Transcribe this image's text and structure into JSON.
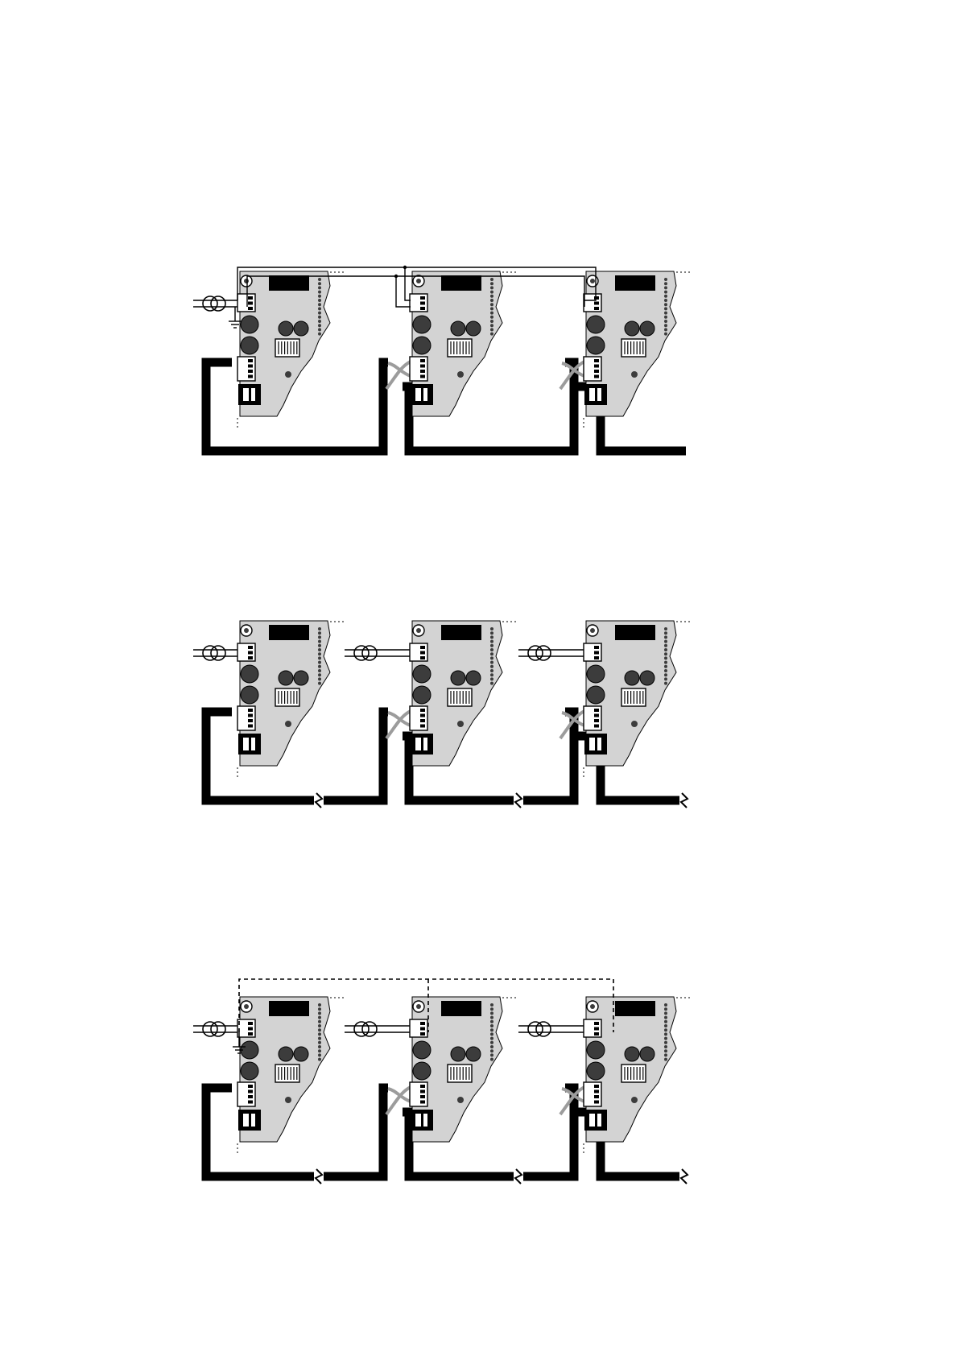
{
  "page": {
    "background": "#ffffff"
  },
  "colors": {
    "ink": "#000000",
    "board": "#d3d3d3",
    "component": "#3c3c3c",
    "link_wire": "#9c9c9c"
  },
  "diagrams": [
    {
      "id": "common-supply",
      "supply": "single-transformer",
      "earth": true,
      "bus_style": "solid-pair",
      "loop_breaks": false,
      "boards": 3
    },
    {
      "id": "separate-supplies",
      "supply": "transformer-per-board",
      "earth": false,
      "bus_style": "none",
      "loop_breaks": true,
      "boards": 3
    },
    {
      "id": "separate-supplies-common-earth",
      "supply": "transformer-per-board",
      "earth": true,
      "bus_style": "dashed-single",
      "loop_breaks": true,
      "boards": 3
    }
  ],
  "icons": {
    "transformer": "transformer-icon",
    "earth": "earth-icon",
    "board": "circuit-board",
    "break": "break-icon"
  }
}
